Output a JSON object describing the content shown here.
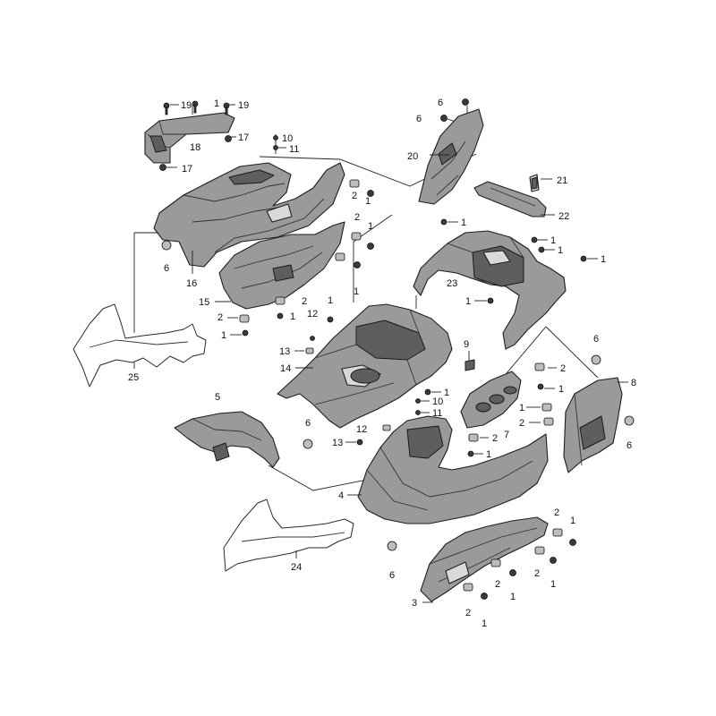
{
  "callouts": [
    {
      "id": "c1",
      "text": "19"
    },
    {
      "id": "c2",
      "text": "1"
    },
    {
      "id": "c3",
      "text": "19"
    },
    {
      "id": "c4",
      "text": "18"
    },
    {
      "id": "c5",
      "text": "17"
    },
    {
      "id": "c6",
      "text": "17"
    },
    {
      "id": "c7",
      "text": "10"
    },
    {
      "id": "c8",
      "text": "11"
    },
    {
      "id": "c9",
      "text": "16"
    },
    {
      "id": "c10",
      "text": "6"
    },
    {
      "id": "c11",
      "text": "15"
    },
    {
      "id": "c12",
      "text": "2"
    },
    {
      "id": "c13",
      "text": "1"
    },
    {
      "id": "c14",
      "text": "25"
    },
    {
      "id": "c15",
      "text": "2"
    },
    {
      "id": "c16",
      "text": "1"
    },
    {
      "id": "c17",
      "text": "2"
    },
    {
      "id": "c18",
      "text": "1"
    },
    {
      "id": "c19",
      "text": "1"
    },
    {
      "id": "c20",
      "text": "2"
    },
    {
      "id": "c21",
      "text": "1"
    },
    {
      "id": "c22",
      "text": "6"
    },
    {
      "id": "c23",
      "text": "6"
    },
    {
      "id": "c24",
      "text": "20"
    },
    {
      "id": "c25",
      "text": "21"
    },
    {
      "id": "c26",
      "text": "22"
    },
    {
      "id": "c27",
      "text": "1"
    },
    {
      "id": "c28",
      "text": "1"
    },
    {
      "id": "c29",
      "text": "1"
    },
    {
      "id": "c30",
      "text": "1"
    },
    {
      "id": "c31",
      "text": "23"
    },
    {
      "id": "c32",
      "text": "1"
    },
    {
      "id": "c33",
      "text": "1"
    },
    {
      "id": "c34",
      "text": "12"
    },
    {
      "id": "c35",
      "text": "13"
    },
    {
      "id": "c36",
      "text": "14"
    },
    {
      "id": "c37",
      "text": "9"
    },
    {
      "id": "c38",
      "text": "6"
    },
    {
      "id": "c39",
      "text": "2"
    },
    {
      "id": "c40",
      "text": "1"
    },
    {
      "id": "c41",
      "text": "8"
    },
    {
      "id": "c42",
      "text": "1"
    },
    {
      "id": "c43",
      "text": "10"
    },
    {
      "id": "c44",
      "text": "11"
    },
    {
      "id": "c45",
      "text": "12"
    },
    {
      "id": "c46",
      "text": "13"
    },
    {
      "id": "c47",
      "text": "1"
    },
    {
      "id": "c48",
      "text": "2"
    },
    {
      "id": "c49",
      "text": "2"
    },
    {
      "id": "c50",
      "text": "7"
    },
    {
      "id": "c51",
      "text": "1"
    },
    {
      "id": "c52",
      "text": "6"
    },
    {
      "id": "c53",
      "text": "5"
    },
    {
      "id": "c54",
      "text": "6"
    },
    {
      "id": "c55",
      "text": "4"
    },
    {
      "id": "c56",
      "text": "24"
    },
    {
      "id": "c57",
      "text": "6"
    },
    {
      "id": "c58",
      "text": "2"
    },
    {
      "id": "c59",
      "text": "1"
    },
    {
      "id": "c60",
      "text": "2"
    },
    {
      "id": "c61",
      "text": "1"
    },
    {
      "id": "c62",
      "text": "2"
    },
    {
      "id": "c63",
      "text": "1"
    },
    {
      "id": "c64",
      "text": "3"
    },
    {
      "id": "c65",
      "text": "2"
    },
    {
      "id": "c66",
      "text": "1"
    }
  ]
}
